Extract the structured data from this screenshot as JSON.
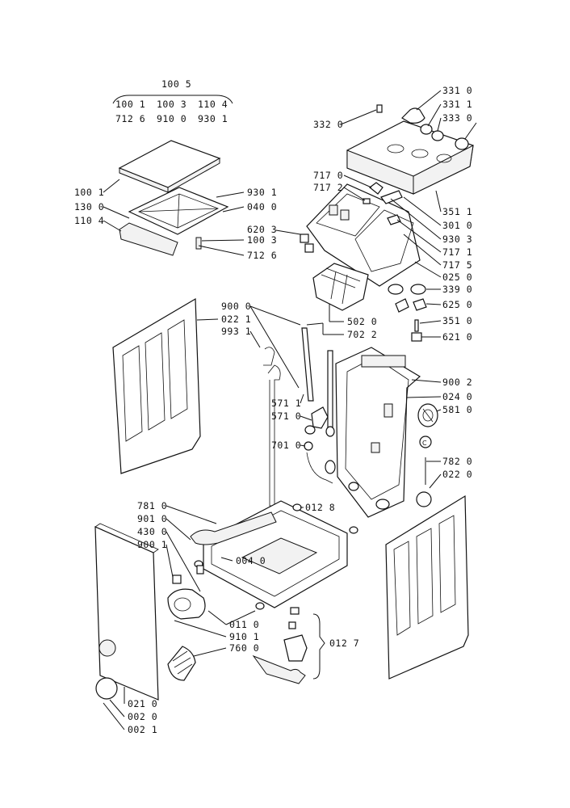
{
  "labels": {
    "l1005": "100 5",
    "l1001_top": "100 1",
    "l1003_top": "100 3",
    "l1104_top": "110 4",
    "l7126_top": "712 6",
    "l9100_top": "910 0",
    "l9301_top": "930 1",
    "l1001": "100 1",
    "l1300": "130 0",
    "l1104": "110 4",
    "l9301": "930 1",
    "l0400": "040 0",
    "l6203": "620 3",
    "l1003": "100 3",
    "l7126": "712 6",
    "l3310": "331 0",
    "l3311": "331 1",
    "l3330": "333 0",
    "l3320": "332 0",
    "l7170": "717 0",
    "l7172": "717 2",
    "l3511a": "351 1",
    "l3010": "301 0",
    "l9303": "930 3",
    "l7171": "717 1",
    "l7175": "717 5",
    "l0250": "025 0",
    "l3390": "339 0",
    "l6250": "625 0",
    "l3510": "351 0",
    "l6210": "621 0",
    "l5020": "502 0",
    "l7022": "702 2",
    "l9000": "900 0",
    "l0221": "022 1",
    "l9931": "993 1",
    "l9002": "900 2",
    "l0240": "024 0",
    "l5810": "581 0",
    "l5711": "571 1",
    "l5710": "571 0",
    "l7010": "701 0",
    "l7820": "782 0",
    "l0220": "022 0",
    "l7810": "781 0",
    "l9010": "901 0",
    "l4300": "430 0",
    "l9001": "900 1",
    "l0128": "012 8",
    "l0040": "004 0",
    "l0110": "011 0",
    "l9101": "910 1",
    "l7600": "760 0",
    "l0127": "012 7",
    "l0210": "021 0",
    "l0020": "002 0",
    "l0021": "002 1"
  }
}
